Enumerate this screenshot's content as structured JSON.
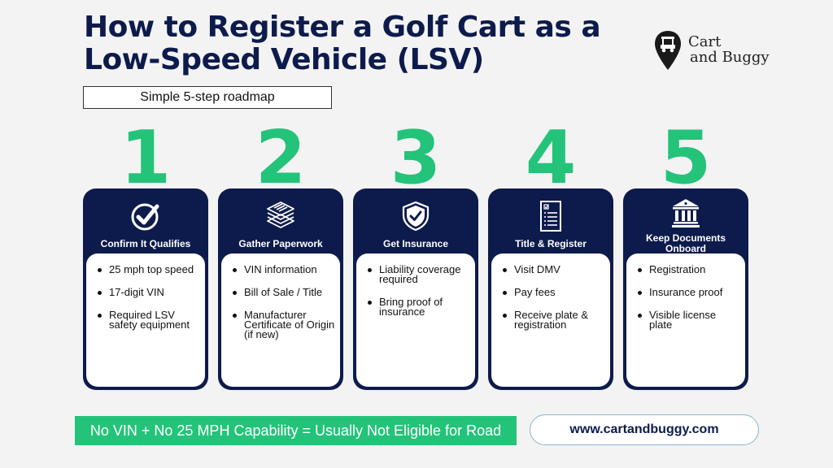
{
  "title": "How to Register a Golf Cart as a Low-Speed Vehicle (LSV)",
  "subtitle": "Simple 5-step roadmap",
  "logo": {
    "line1": "Cart",
    "line2": "and Buggy"
  },
  "colors": {
    "navy": "#0d1b4c",
    "green": "#24c37a",
    "background": "#f3f3f3"
  },
  "steps": [
    {
      "number": "1",
      "icon": "checkmark-circle-icon",
      "heading": "Confirm It Qualifies",
      "items": [
        "25 mph top speed",
        "17-digit VIN",
        "Required LSV safety equipment"
      ]
    },
    {
      "number": "2",
      "icon": "stacked-papers-icon",
      "heading": "Gather Paperwork",
      "items": [
        "VIN information",
        "Bill of Sale / Title",
        "Manufacturer Certificate of Origin (if new)"
      ]
    },
    {
      "number": "3",
      "icon": "shield-check-icon",
      "heading": "Get Insurance",
      "items": [
        "Liability coverage required",
        "Bring proof of insurance"
      ]
    },
    {
      "number": "4",
      "icon": "checklist-document-icon",
      "heading": "Title & Register",
      "items": [
        "Visit DMV",
        "Pay fees",
        "Receive plate & registration"
      ]
    },
    {
      "number": "5",
      "icon": "government-building-icon",
      "heading": "Keep Documents Onboard",
      "items": [
        "Registration",
        "Insurance proof",
        "Visible license plate"
      ]
    }
  ],
  "footer": {
    "note": "No VIN + No 25 MPH Capability = Usually Not Eligible for Road",
    "url": "www.cartandbuggy.com"
  }
}
